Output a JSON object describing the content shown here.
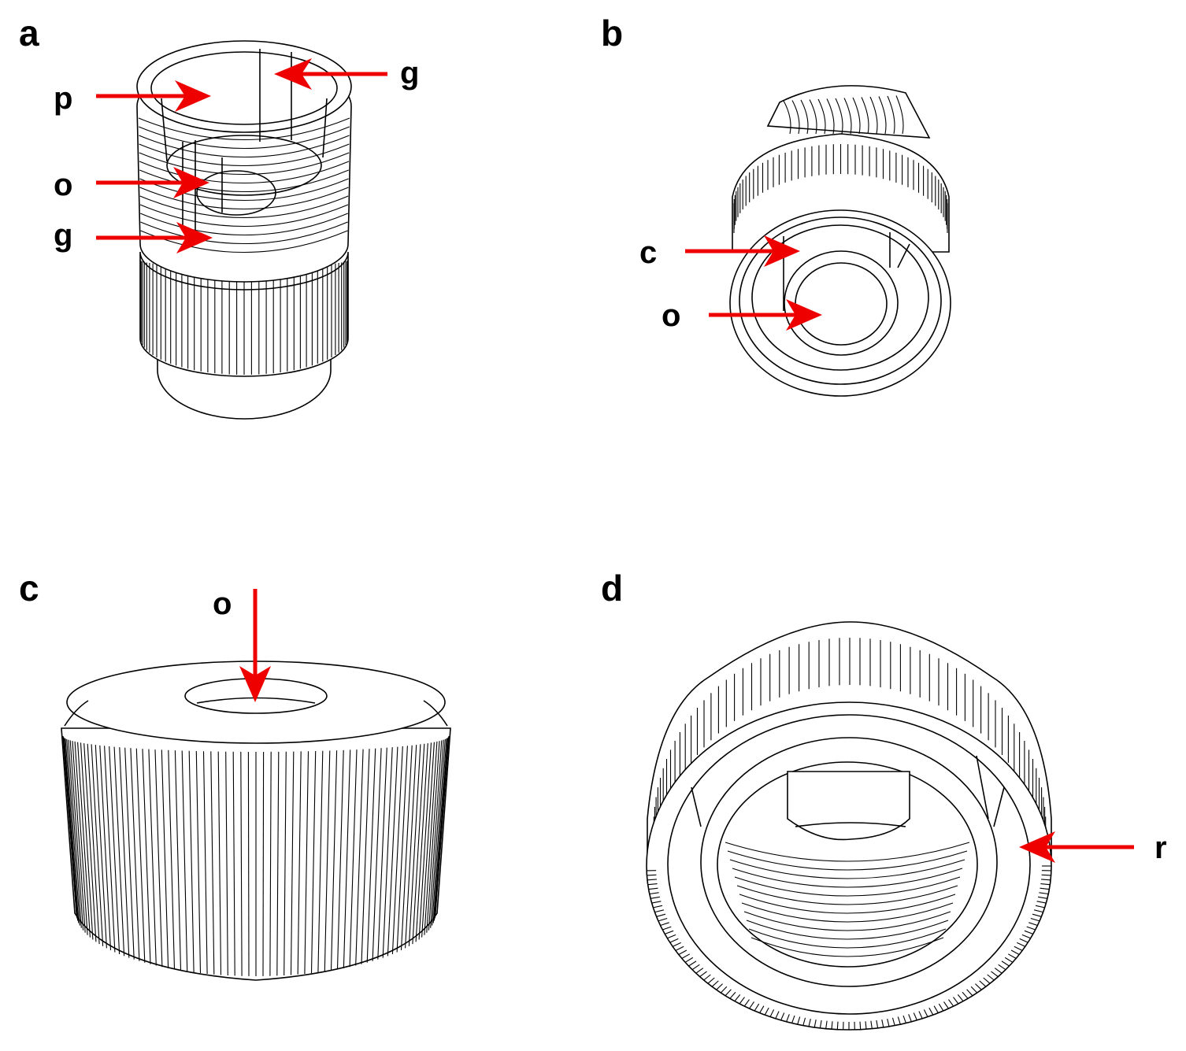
{
  "colors": {
    "arrow": "#ee0000",
    "line": "#000000",
    "background": "#ffffff"
  },
  "panels": {
    "a": {
      "label": "a",
      "parts": {
        "p": "p",
        "o": "o",
        "g1": "g",
        "g2": "g"
      }
    },
    "b": {
      "label": "b",
      "parts": {
        "c": "c",
        "o": "o"
      }
    },
    "c": {
      "label": "c",
      "parts": {
        "o": "o"
      }
    },
    "d": {
      "label": "d",
      "parts": {
        "r": "r"
      }
    }
  }
}
